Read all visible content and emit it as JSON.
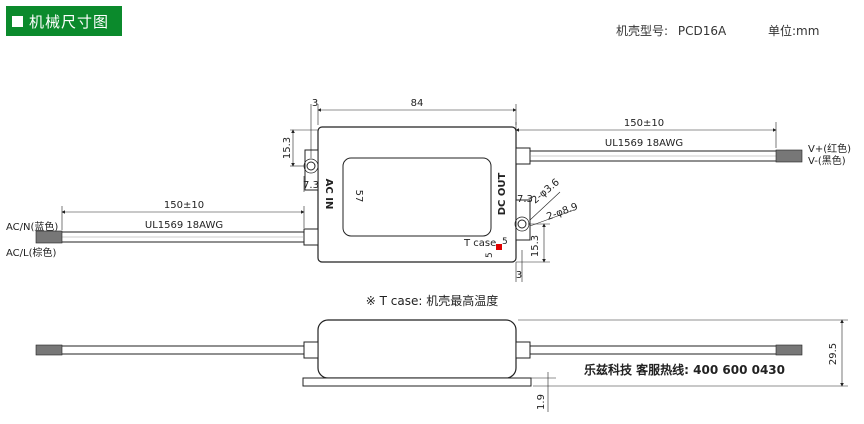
{
  "header": {
    "title": "机械尺寸图"
  },
  "model": {
    "label": "机壳型号:",
    "value": "PCD16A"
  },
  "unit": {
    "label": "单位:mm"
  },
  "top_view": {
    "dim_3_left": "3",
    "dim_84": "84",
    "dim_15_3_left": "15.3",
    "dim_7_3_left": "7.3",
    "dim_57": "57",
    "ac_in": "AC IN",
    "dc_out": "DC OUT",
    "right_lead_length": "150±10",
    "right_cable_spec": "UL1569 18AWG",
    "v_plus": "V+(红色)",
    "v_minus": "V-(黑色)",
    "left_lead_length": "150±10",
    "left_cable_spec": "UL1569 18AWG",
    "ac_n": "AC/N(蓝色)",
    "ac_l": "AC/L(棕色)",
    "dim_7_3_right": "7.3",
    "hole_1": "2-φ3.6",
    "hole_2": "2-φ8.9",
    "tcase_label": "T case",
    "dim_5_a": "5",
    "dim_5_b": "5",
    "dim_15_3_right": "15.3",
    "dim_3_bottom": "3"
  },
  "note": {
    "text": "※ T case: 机壳最高温度"
  },
  "side_view": {
    "height": "29.5",
    "base": "1.9",
    "hotline": "乐兹科技 客服热线: 400 600 0430"
  }
}
